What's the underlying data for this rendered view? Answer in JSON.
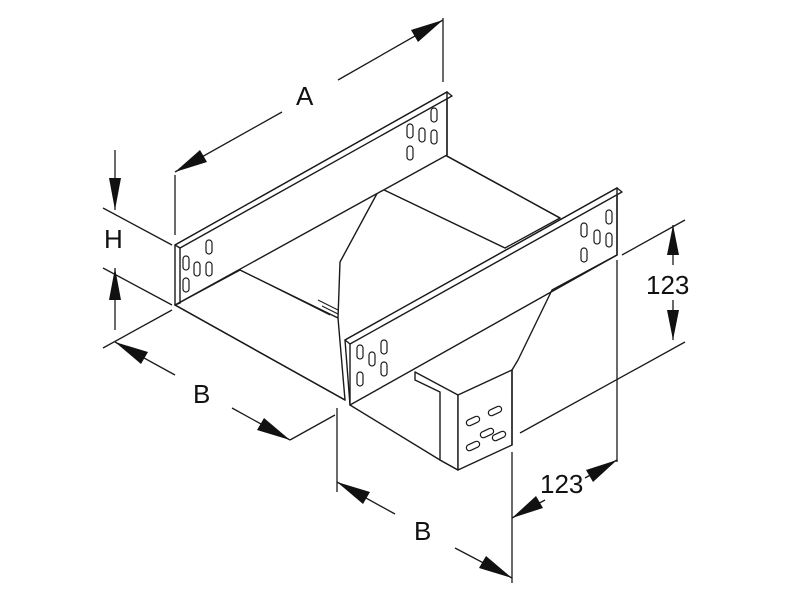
{
  "dimension_labels": {
    "length": "A",
    "height": "H",
    "width_main": "B",
    "width_branch": "B",
    "offset_vertical": "123",
    "offset_horizontal": "123"
  }
}
